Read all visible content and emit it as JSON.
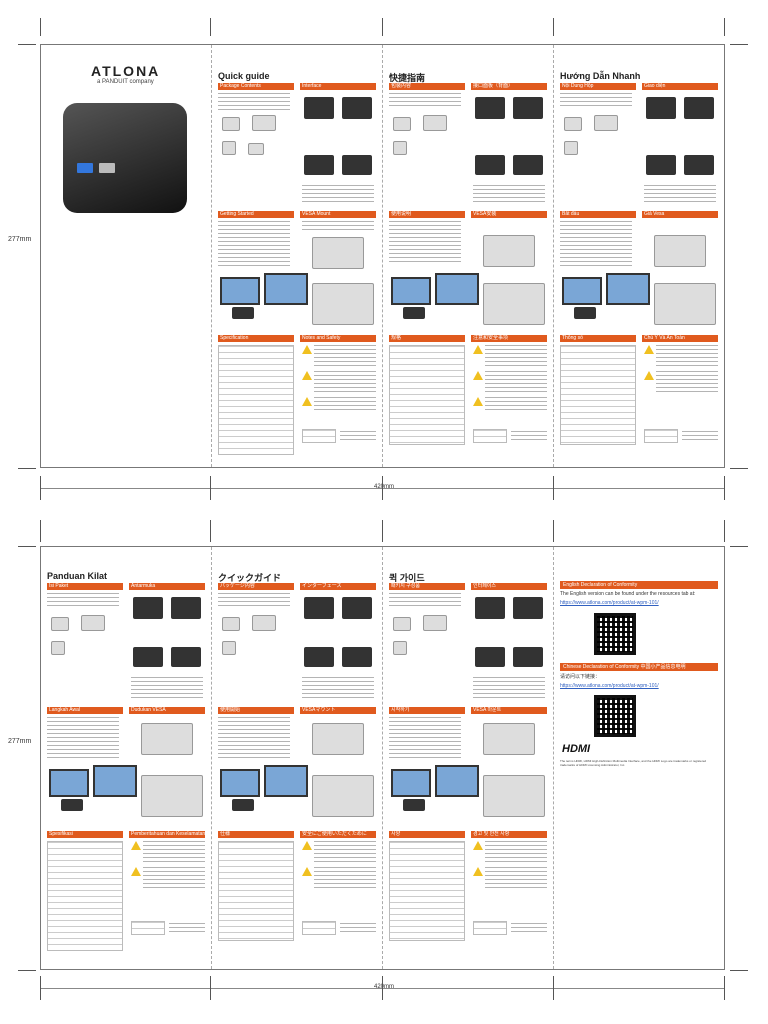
{
  "dimensions": {
    "height_label": "277mm",
    "width_label": "420mm"
  },
  "brand": {
    "name": "ATLONA",
    "tagline": "a PANDUIT company"
  },
  "top_sheet": {
    "panels": [
      {
        "title": "Quick guide",
        "sections": [
          "Package Contents",
          "Interface",
          "Getting Started",
          "VESA Mount",
          "Specification",
          "Notes and Safety"
        ]
      },
      {
        "title": "快捷指南",
        "sections": [
          "包装内容",
          "接口面板（背面）",
          "使用说明",
          "VESA安装",
          "规格",
          "注意和安全事项"
        ]
      },
      {
        "title": "Hướng Dẫn Nhanh",
        "sections": [
          "Nội Dung Hộp",
          "Giao diện",
          "Bắt đầu",
          "Giá Vesa",
          "Thông số",
          "Chú Ý Và An Toàn"
        ]
      }
    ]
  },
  "bottom_sheet": {
    "panels": [
      {
        "title": "Panduan Kilat",
        "sections": [
          "Isi Paket",
          "Antarmuka",
          "Langkah Awal",
          "Dudukan VESA",
          "Spesifikasi",
          "Pemberitahuan dan Keselamatan"
        ]
      },
      {
        "title": "クイックガイド",
        "sections": [
          "パッケージ内容",
          "インターフェース",
          "使用開始",
          "VESAマウント",
          "仕様",
          "安全にご使用いただくために"
        ]
      },
      {
        "title": "퀵 가이드",
        "sections": [
          "패키지 구성품",
          "인터페이스",
          "시작하기",
          "VESA 마운트",
          "사양",
          "경고 및 안전 사항"
        ]
      }
    ],
    "declarations": {
      "english_heading": "English Declaration of Conformity",
      "english_text": "The English version can be found under the resources tab at:",
      "english_link": "https://www.atlona.com/product/at-wpm-101/",
      "chinese_heading": "Chinese Declaration of Conformity 中国小产品信息电明",
      "chinese_text": "请访问以下链接：",
      "chinese_link": "https://www.atlona.com/product/at-wpm-101/",
      "hdmi_logo": "HDMI",
      "hdmi_note": "The terms HDMI, HDMI High-Definition Multimedia Interface, and the HDMI Logo are trademarks or registered trademarks of HDMI Licensing Administrator, Inc."
    }
  },
  "colors": {
    "accent": "#e05a1e",
    "device": "#333333",
    "screen": "#7aa6d6"
  }
}
